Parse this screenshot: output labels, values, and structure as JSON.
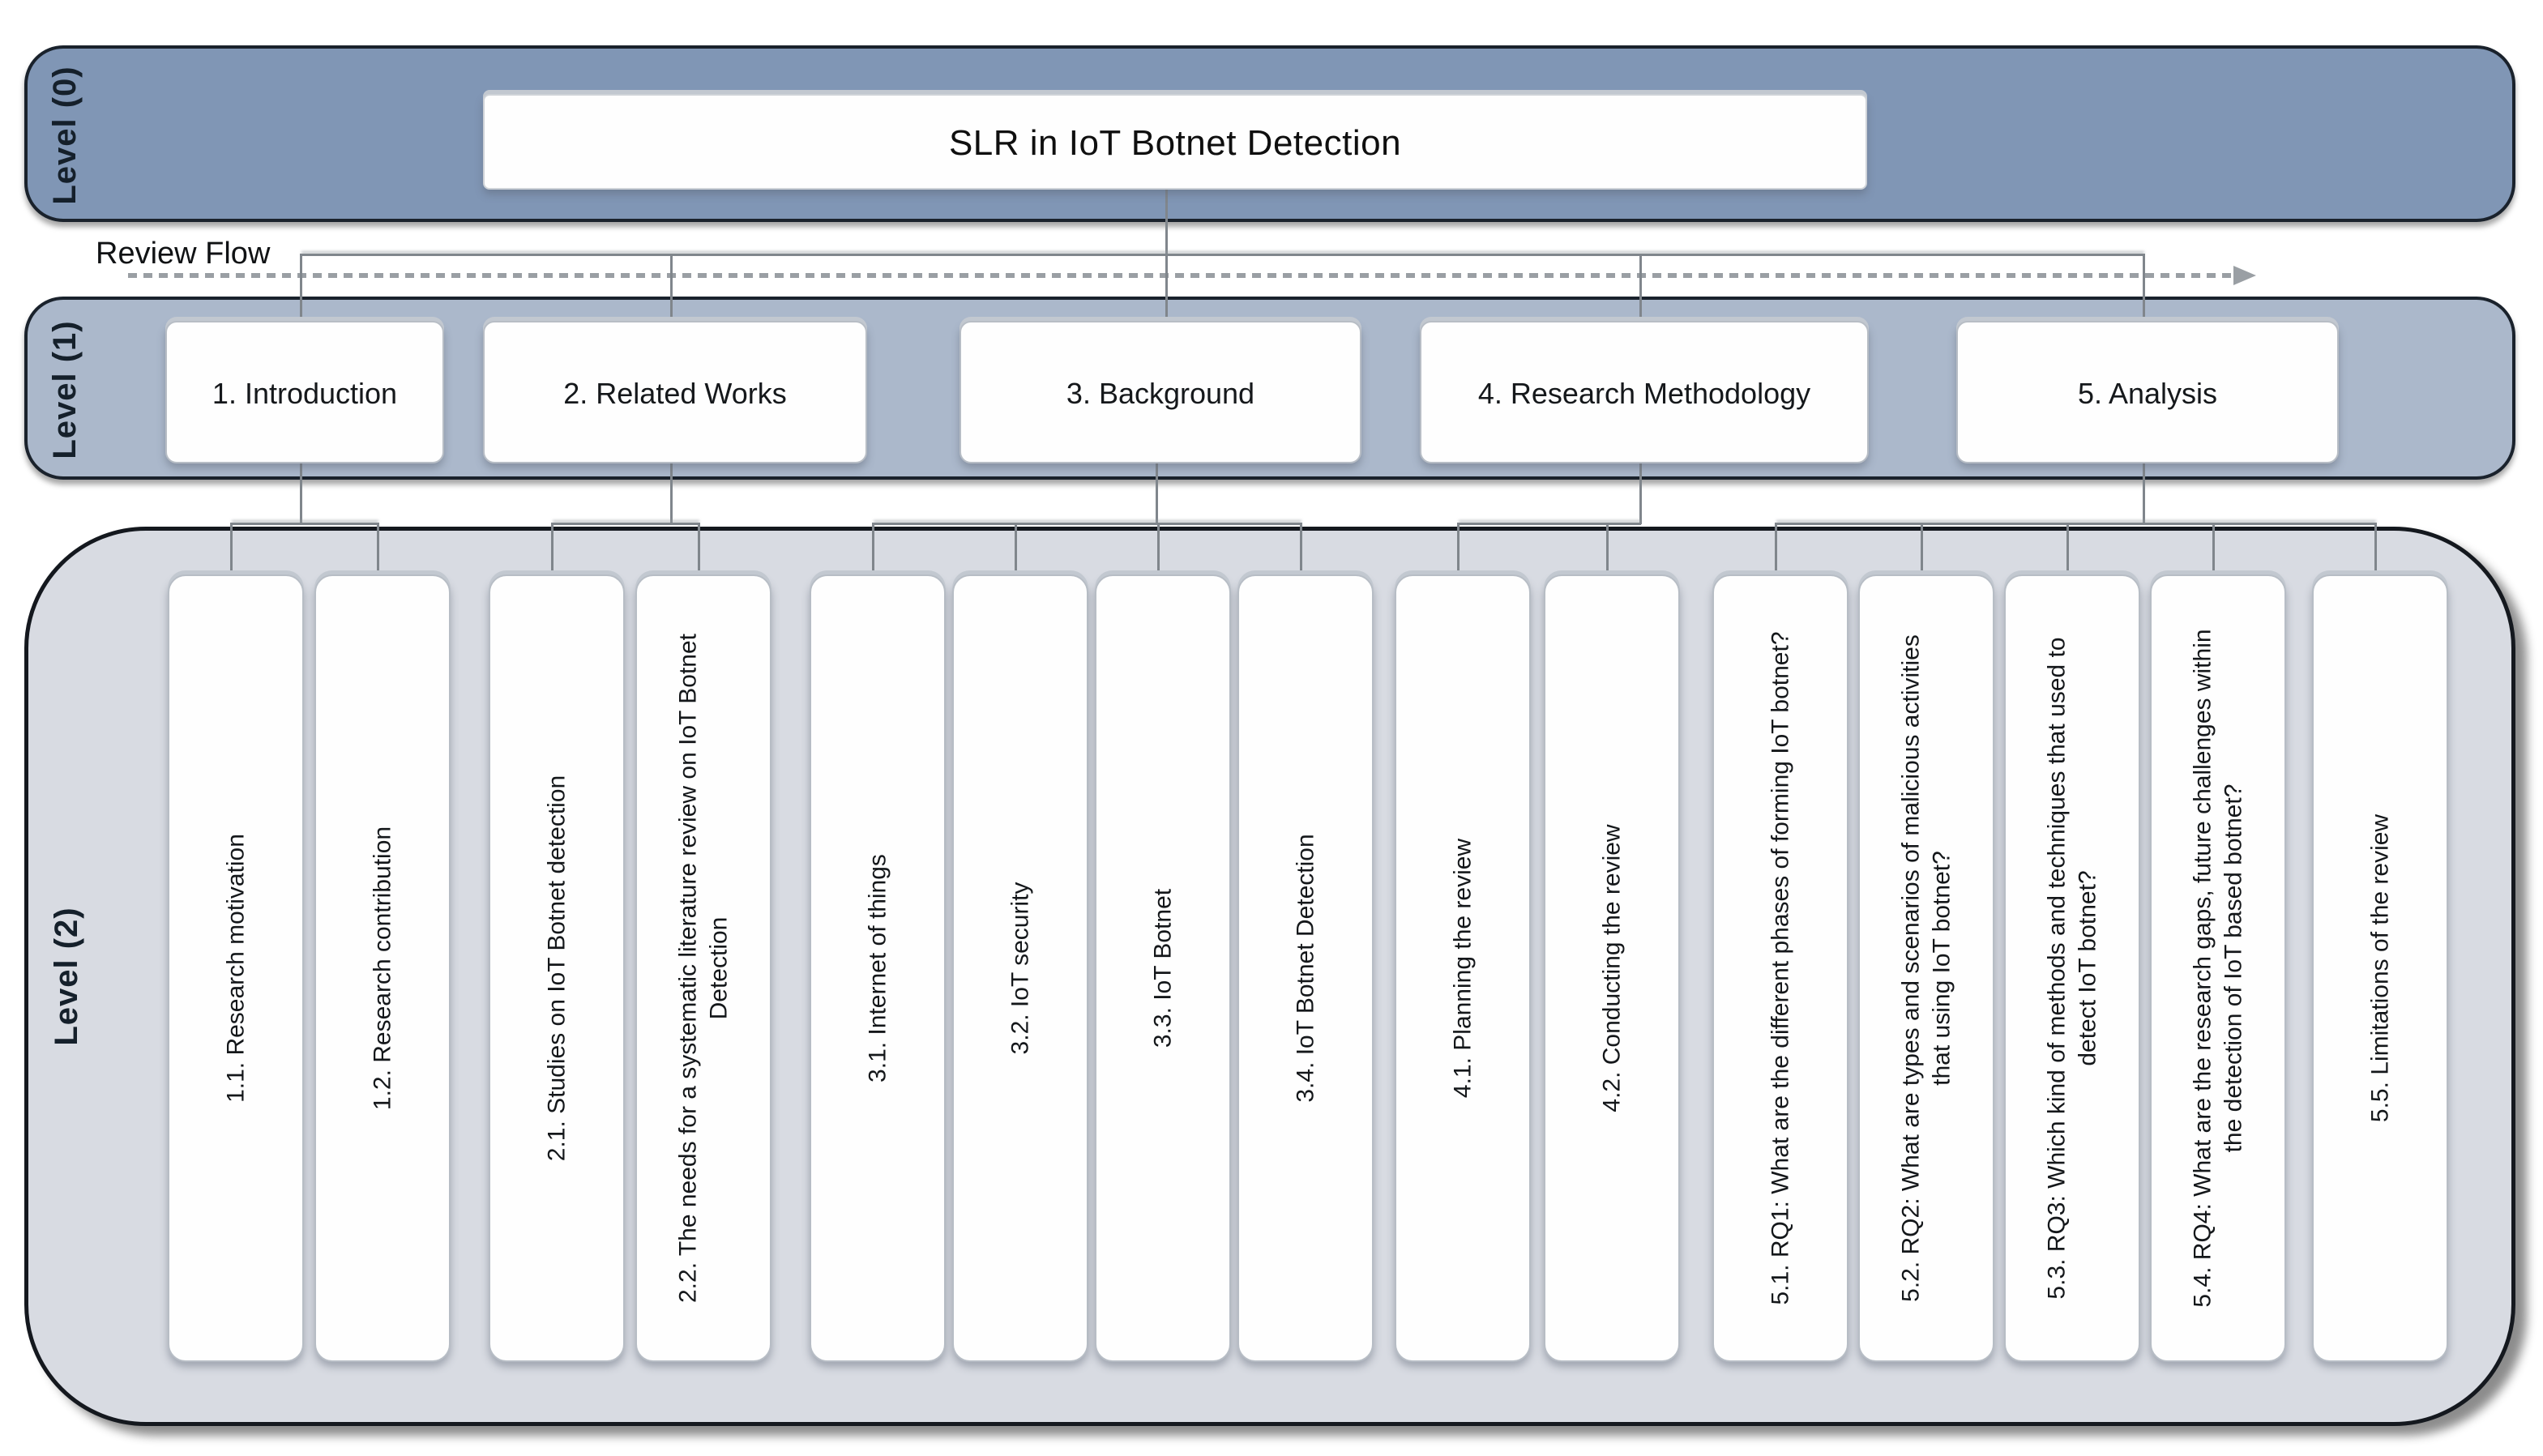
{
  "root": {
    "title": "SLR in IoT Botnet Detection"
  },
  "review_flow": {
    "label": "Review Flow"
  },
  "levels": [
    {
      "label": "Level (0)"
    },
    {
      "label": "Level (1)"
    },
    {
      "label": "Level (2)"
    }
  ],
  "level1": {
    "items": [
      {
        "label": "1. Introduction"
      },
      {
        "label": "2. Related Works"
      },
      {
        "label": "3. Background"
      },
      {
        "label": "4. Research Methodology"
      },
      {
        "label": "5. Analysis"
      }
    ]
  },
  "level2": {
    "items": [
      {
        "label": "1.1. Research motivation"
      },
      {
        "label": "1.2. Research contribution"
      },
      {
        "label": "2.1. Studies on IoT Botnet detection"
      },
      {
        "label": "2.2. The needs for a systematic literature review on IoT Botnet Detection"
      },
      {
        "label": "3.1. Internet of things"
      },
      {
        "label": "3.2. IoT security"
      },
      {
        "label": "3.3. IoT Botnet"
      },
      {
        "label": "3.4. IoT Botnet Detection"
      },
      {
        "label": "4.1. Planning the review"
      },
      {
        "label": "4.2. Conducting the review"
      },
      {
        "label": "5.1. RQ1: What are the different phases of forming IoT botnet?"
      },
      {
        "label": "5.2. RQ2: What are types and scenarios of malicious activities that using IoT botnet?"
      },
      {
        "label": "5.3. RQ3: Which kind of methods and techniques that used to detect IoT botnet?"
      },
      {
        "label": "5.4. RQ4: What are the research gaps, future challenges within the detection of IoT based botnet?"
      },
      {
        "label": "5.5. Limitations of the review"
      }
    ]
  },
  "colors": {
    "level0_band": "#8096b5",
    "level1_band": "#abb8cb",
    "level2_band": "#d8dbe2",
    "band_border": "#1a222c",
    "box_fill": "#fefefe",
    "box_border": "#b7bdc5",
    "connector": "#80868c",
    "dashed_arrow": "#9a9fa4",
    "text": "#14171a"
  }
}
